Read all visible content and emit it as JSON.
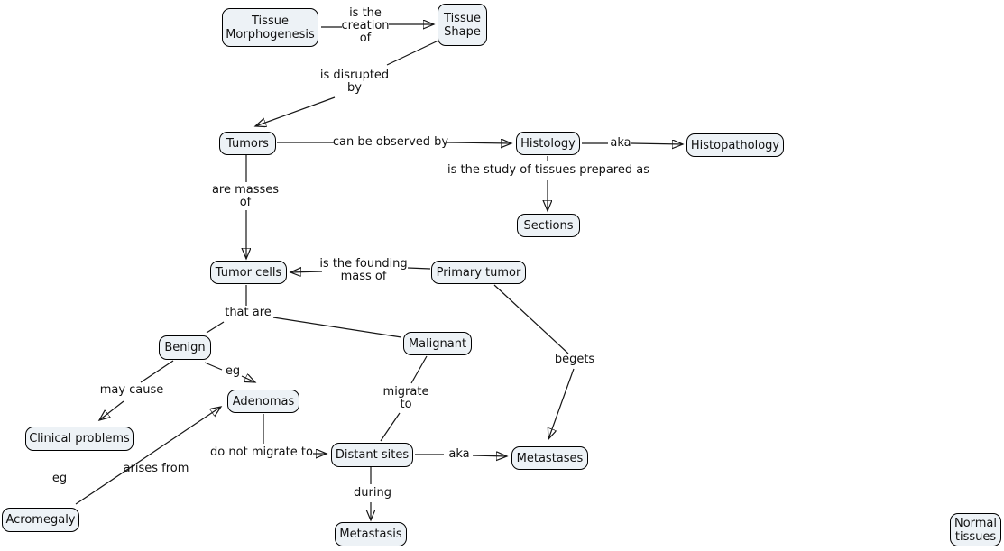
{
  "diagram": {
    "nodes": {
      "tissue_morphogenesis": "Tissue\nMorphogenesis",
      "tissue_shape": "Tissue\nShape",
      "tumors": "Tumors",
      "histology": "Histology",
      "histopathology": "Histopathology",
      "sections": "Sections",
      "tumor_cells": "Tumor cells",
      "primary_tumor": "Primary tumor",
      "benign": "Benign",
      "malignant": "Malignant",
      "adenomas": "Adenomas",
      "clinical_problems": "Clinical problems",
      "acromegaly": "Acromegaly",
      "distant_sites": "Distant sites",
      "metastases": "Metastases",
      "metastasis": "Metastasis",
      "normal_tissues": "Normal\ntissues"
    },
    "links": {
      "is_the_creation_of": "is the\ncreation\nof",
      "is_disrupted_by": "is disrupted\nby",
      "can_be_observed_by": "can be observed by",
      "aka_histology": "aka",
      "is_study_of_tissues_prepared_as": "is the study of tissues prepared as",
      "are_masses_of": "are masses\nof",
      "is_the_founding_mass_of": "is the founding\nmass of",
      "that_are": "that are",
      "eg_benign": "eg",
      "may_cause": "may cause",
      "migrate_to": "migrate\nto",
      "begets": "begets",
      "arises_from": "arises from",
      "do_not_migrate_to": "do not migrate to",
      "aka_distant_sites": "aka",
      "eg_clinical": "eg",
      "during": "during"
    },
    "colors": {
      "node_fill": "#edf2f6",
      "node_border": "#000000",
      "connector": "#161616",
      "background": "#ffffff"
    }
  }
}
